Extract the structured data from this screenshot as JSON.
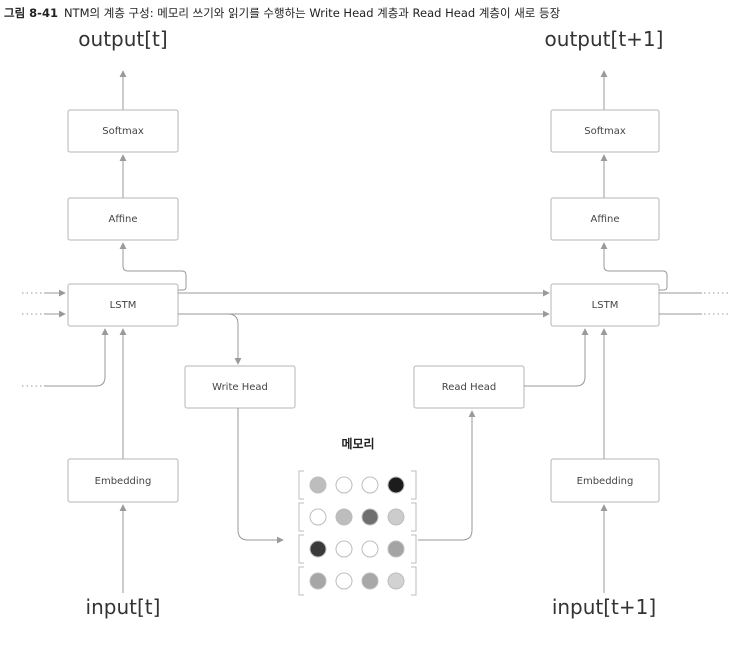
{
  "caption": {
    "figure_number": "그림 8-41",
    "text": "NTM의 계층 구성: 메모리 쓰기와 읽기를 수행하는 Write Head 계층과 Read Head 계층이 새로 등장"
  },
  "left": {
    "output_label": "output[t]",
    "input_label": "input[t]",
    "softmax": "Softmax",
    "affine": "Affine",
    "lstm": "LSTM",
    "embedding": "Embedding"
  },
  "right": {
    "output_label": "output[t+1]",
    "input_label": "input[t+1]",
    "softmax": "Softmax",
    "affine": "Affine",
    "lstm": "LSTM",
    "embedding": "Embedding"
  },
  "write_head": "Write Head",
  "read_head": "Read Head",
  "memory": {
    "title": "메모리",
    "rows": [
      [
        "#bdbdbd",
        "#ffffff",
        "#ffffff",
        "#1c1c1c"
      ],
      [
        "#ffffff",
        "#bdbdbd",
        "#6f6f6f",
        "#cccccc"
      ],
      [
        "#3a3a3a",
        "#ffffff",
        "#ffffff",
        "#a4a4a4"
      ],
      [
        "#a6a6a6",
        "#ffffff",
        "#a8a8a8",
        "#d2d2d2"
      ]
    ]
  }
}
